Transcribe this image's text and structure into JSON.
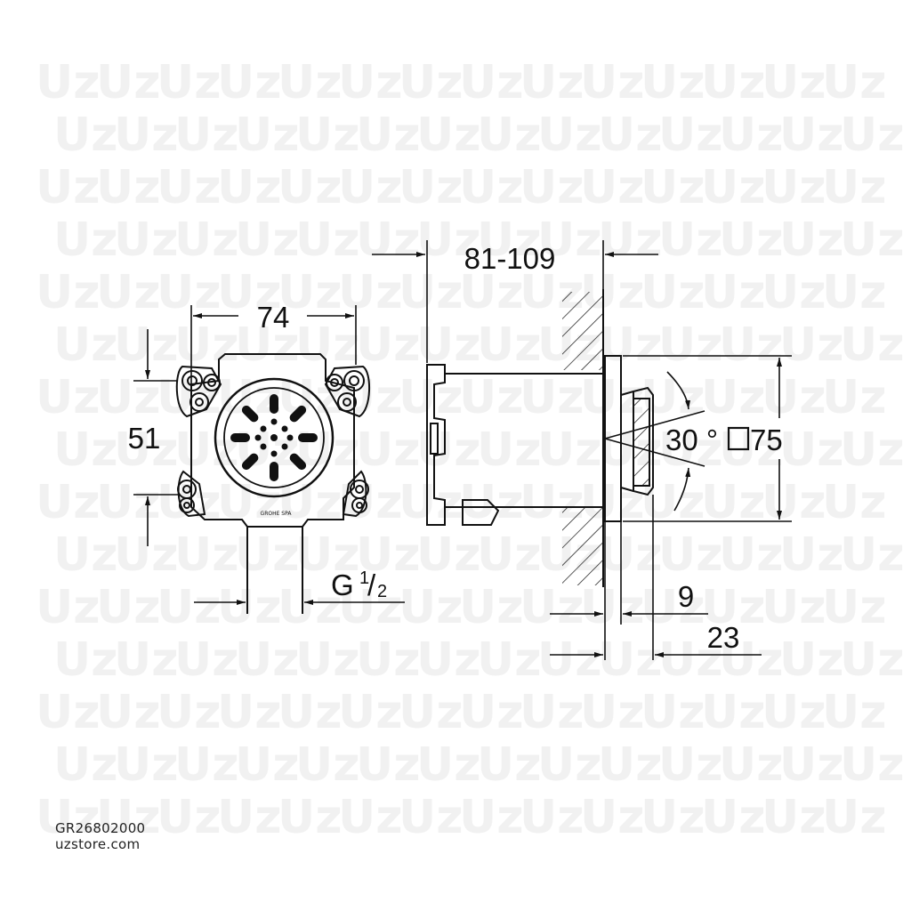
{
  "watermark": {
    "text": "Uz",
    "color": "#f1f1f1"
  },
  "front_view": {
    "width_dim": "74",
    "height_dim": "51",
    "thread_dim_main": "G ",
    "thread_dim_num": "1",
    "thread_dim_den": "2",
    "brand_mark": "GROHE SPA"
  },
  "side_view": {
    "depth_range_dim": "81-109",
    "angle_dim": "30 °",
    "diameter_dim": "75",
    "face_dim": "9",
    "overall_dim": "23"
  },
  "footer": {
    "product_code": "GR26802000",
    "site": "uzstore.com"
  },
  "colors": {
    "line": "#111111",
    "background": "#ffffff"
  }
}
